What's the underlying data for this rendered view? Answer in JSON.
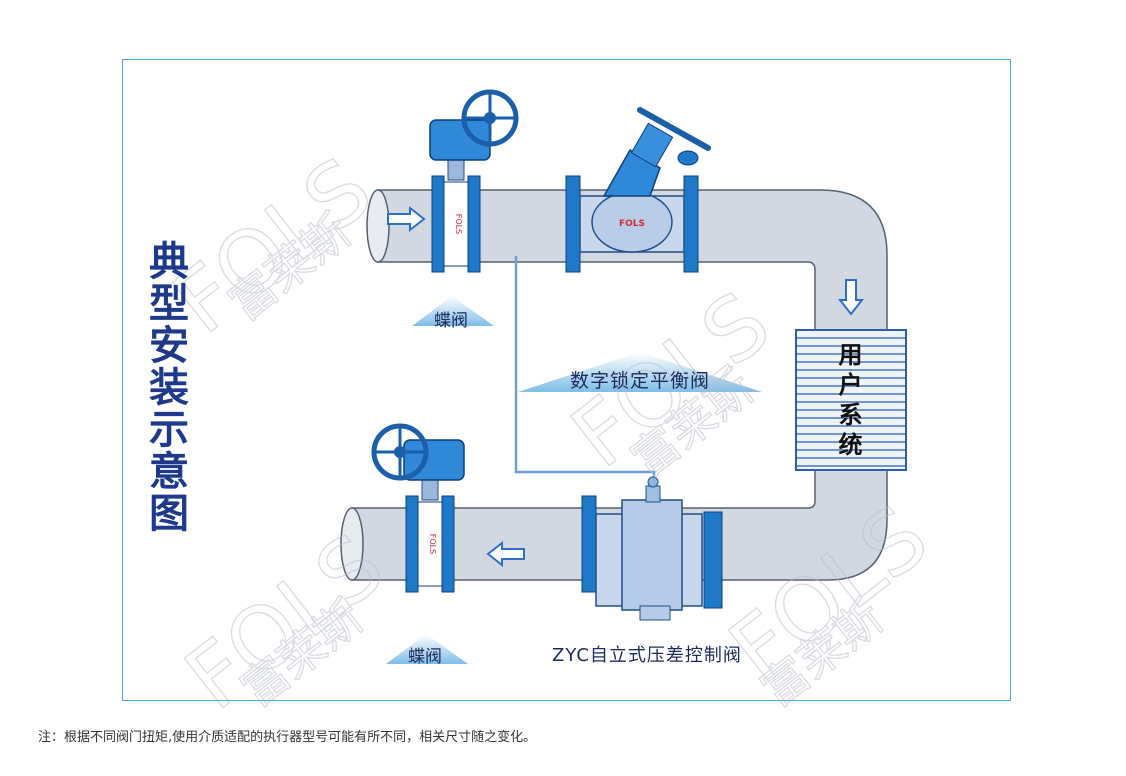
{
  "title": "典型安装示意图",
  "labels": {
    "butterfly_top": "蝶阀",
    "butterfly_bottom": "蝶阀",
    "balance_valve": "数字锁定平衡阀",
    "user_system": "用户系统",
    "diff_pressure_valve": "ZYC自立式压差控制阀",
    "valve_brand": "FOLS"
  },
  "watermark": {
    "brand": "FOLS",
    "chinese": "富莱斯"
  },
  "footnote": "注：根据不同阀门扭矩,使用介质适配的执行器型号可能有所不同，相关尺寸随之变化。",
  "colors": {
    "pipe_fill": "#d2d8e2",
    "pipe_stroke": "#556070",
    "valve_blue": "#1f78c8",
    "valve_light": "#bcd3ec",
    "arrow_blue": "#2a6fc9",
    "title_blue": "#1d3a8a",
    "frame": "#4aa8d8",
    "label_triangle": "#8ec6ec"
  }
}
